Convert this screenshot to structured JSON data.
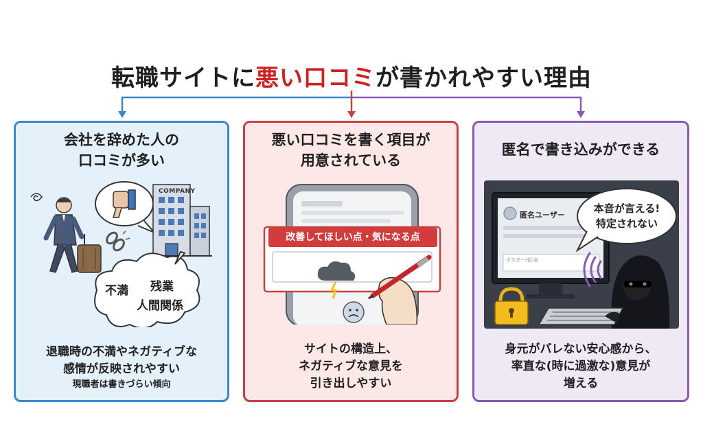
{
  "title": {
    "before": "転職サイトに",
    "highlight": "悪い口コミ",
    "after": "が書かれやすい理由"
  },
  "colors": {
    "blue": "#3c87c7",
    "red": "#c94040",
    "purple": "#8a58b1",
    "title_highlight": "#cc2222"
  },
  "panels": {
    "left": {
      "title_line1": "会社を辞めた人の",
      "title_line2": "口コミが多い",
      "company_sign": "COMPANY",
      "cloud_words": [
        "不満",
        "残業",
        "人間関係"
      ],
      "desc_line1": "退職時の不満やネガティブな",
      "desc_line2": "感情が反映されやすい",
      "desc_small": "現職者は書きづらい傾向"
    },
    "middle": {
      "title_line1": "悪い口コミを書く項目が",
      "title_line2": "用意されている",
      "banner": "改善してほしい点・気になる点",
      "desc_line1": "サイトの構造上、",
      "desc_line2": "ネガティブな意見を",
      "desc_line3": "引き出しやすい"
    },
    "right": {
      "title": "匿名で書き込みができる",
      "screen_user": "匿名ユーザー",
      "screen_placeholder": "ポスター(仮)名",
      "speech_line1": "本音が言える!",
      "speech_line2": "特定されない",
      "desc_line1": "身元がバレない安心感から、",
      "desc_line2": "率直な(時に過激な)意見が",
      "desc_line3": "増える"
    }
  }
}
